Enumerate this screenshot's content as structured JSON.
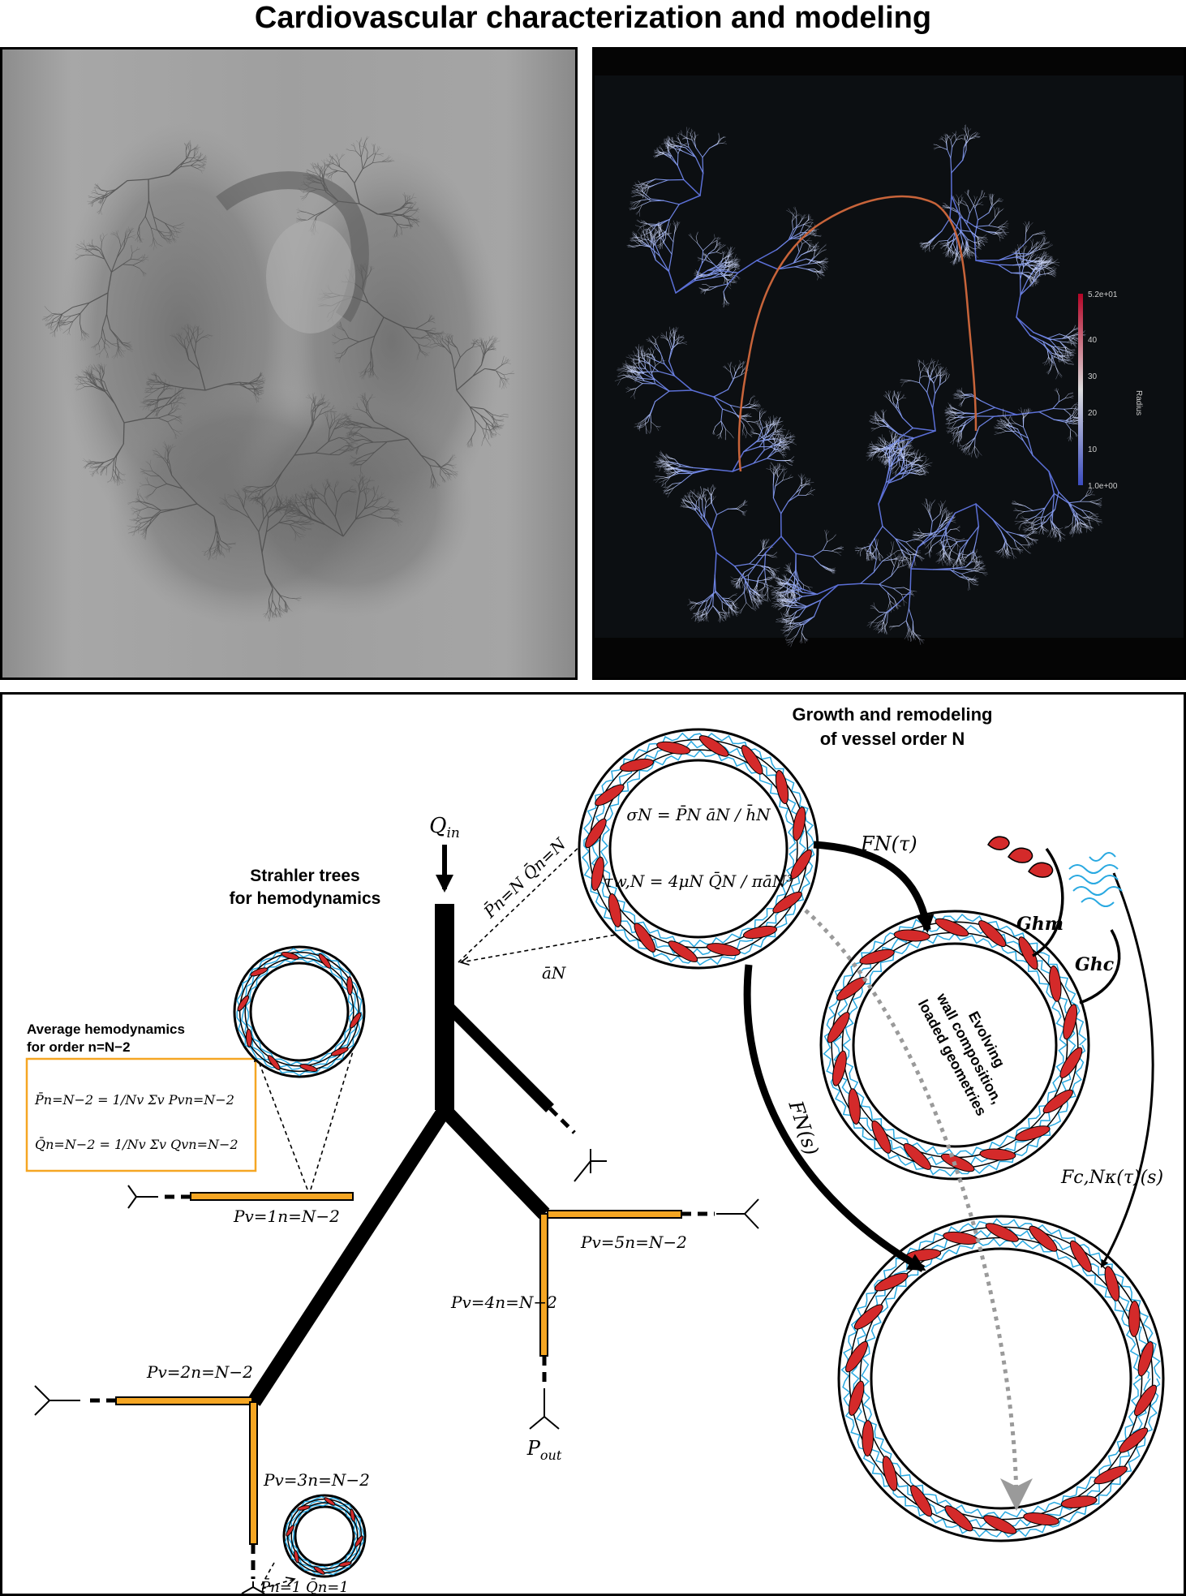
{
  "title": "Cardiovascular characterization and modeling",
  "colorbar": {
    "label": "Radius",
    "max_label": "5.2e+01",
    "min_label": "1.0e+00",
    "ticks": [
      "40",
      "30",
      "20",
      "10"
    ],
    "colors": [
      "#3b4cc0",
      "#dddddd",
      "#b40426"
    ]
  },
  "model": {
    "gr_title_line1": "Growth and remodeling",
    "gr_title_line2": "of vessel order N",
    "strahler_line1": "Strahler trees",
    "strahler_line2": "for hemodynamics",
    "avg_line1": "Average hemodynamics",
    "avg_line2": "for order n=N−2",
    "evolving_line1": "Evolving",
    "evolving_line2": "wall composition,",
    "evolving_line3": "loaded geometries",
    "q_in": "Q",
    "q_in_sub": "in",
    "p_out": "P",
    "p_out_sub": "out",
    "eq_sigma": "σN = P̄N āN / h̄N",
    "eq_tau": "τw,N = 4μN Q̄N / πāN³",
    "eq_pbar": "P̄n=N−2 = 1/Nv Σv Pvn=N−2",
    "eq_qbar": "Q̄n=N−2 = 1/Nv Σv Qvn=N−2",
    "f_tau": "FN(τ)",
    "f_s": "FN(s)",
    "f_c": "Fc,Nκ(τ)(s)",
    "g_m": "Ghm",
    "g_c": "Ghc",
    "a_bar": "āN",
    "pq_top": "P̄n=N Q̄n=N",
    "pq_bottom": "P̄n=1 Q̄n=1",
    "p_labels": [
      "Pv=1n=N−2",
      "Pv=2n=N−2",
      "Pv=3n=N−2",
      "Pv=4n=N−2",
      "Pv=5n=N−2"
    ],
    "colors": {
      "highlight": "#f5a623",
      "muscle": "#d42a2a",
      "collagen": "#29a9e1",
      "arrow_gray": "#9a9a9a"
    }
  }
}
